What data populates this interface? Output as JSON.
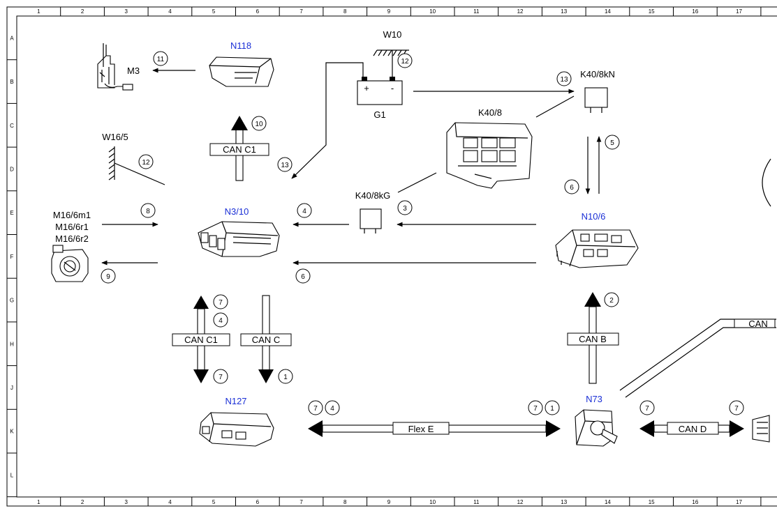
{
  "grid": {
    "columns": [
      "1",
      "2",
      "3",
      "4",
      "5",
      "6",
      "7",
      "8",
      "9",
      "10",
      "11",
      "12",
      "13",
      "14",
      "15",
      "16",
      "17"
    ],
    "rows": [
      "A",
      "B",
      "C",
      "D",
      "E",
      "F",
      "G",
      "H",
      "J",
      "K",
      "L"
    ]
  },
  "components": {
    "M3": "M3",
    "N118": "N118",
    "W10": "W10",
    "G1": "G1",
    "K40_8kN": "K40/8kN",
    "K40_8": "K40/8",
    "W16_5": "W16/5",
    "K40_8kG": "K40/8kG",
    "N3_10": "N3/10",
    "M16_6m1": "M16/6m1",
    "M16_6r1": "M16/6r1",
    "M16_6r2": "M16/6r2",
    "N10_6": "N10/6",
    "N127": "N127",
    "N73": "N73"
  },
  "buses": {
    "can_c1_top": "CAN C1",
    "can_c1_bottom": "CAN C1",
    "can_c": "CAN C",
    "can_b": "CAN B",
    "flex_e": "Flex E",
    "can_d": "CAN D",
    "can_right": "CAN"
  },
  "terminals": {
    "plus": "+",
    "minus": "-"
  },
  "callouts": {
    "c11": "11",
    "c12_w10": "12",
    "c13_top": "13",
    "c10": "10",
    "c12_w16": "12",
    "c13_mid": "13",
    "c5": "5",
    "c6_right": "6",
    "c8": "8",
    "c4_mid": "4",
    "c3": "3",
    "c9": "9",
    "c6_mid": "6",
    "c7_a": "7",
    "c4_left": "4",
    "c2": "2",
    "c7_b": "7",
    "c1_a": "1",
    "c7_c": "7",
    "c4_flex": "4",
    "c7_d": "7",
    "c1_flex": "1",
    "c7_e": "7",
    "c7_f": "7"
  }
}
